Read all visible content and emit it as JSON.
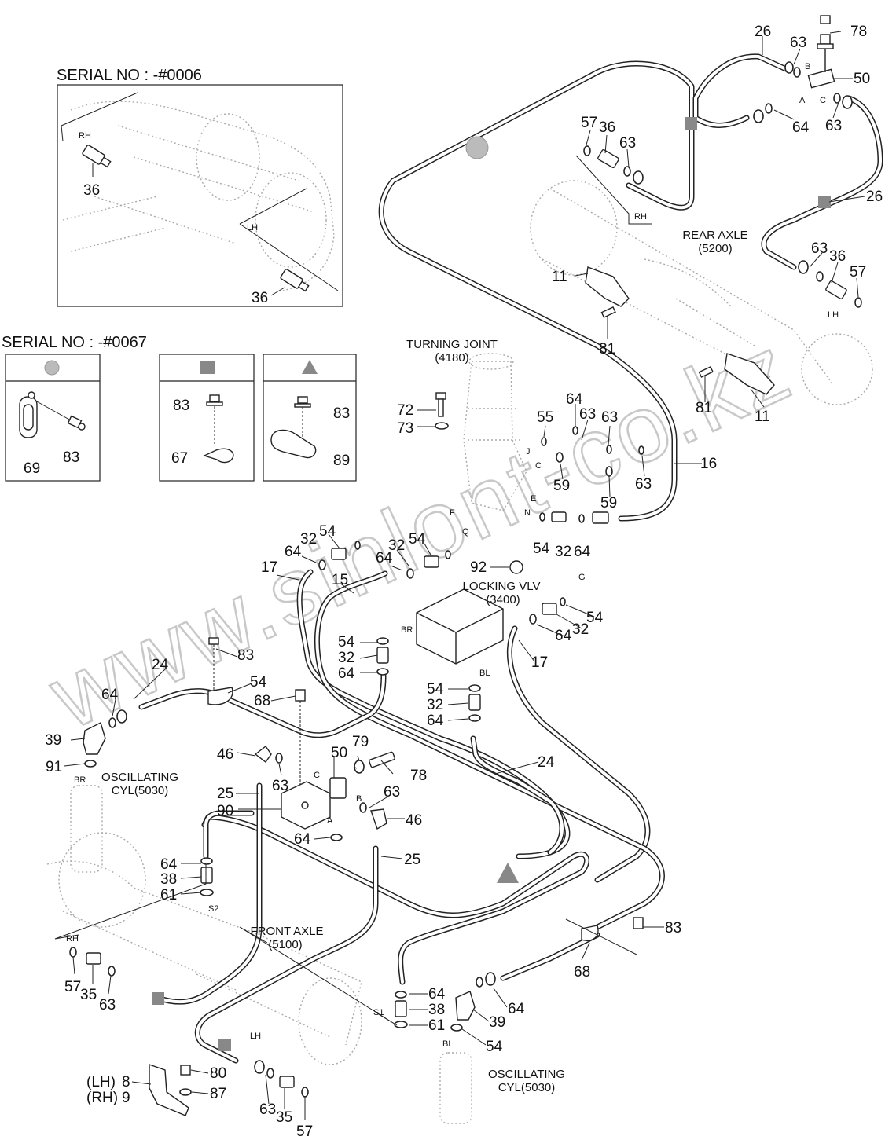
{
  "watermark": "www.sinlont-co.kz",
  "inset": {
    "serial_label": "SERIAL NO : -#0006",
    "rh": "RH",
    "lh": "LH",
    "part_top": "36",
    "part_bottom": "36"
  },
  "legend": {
    "serial_label": "SERIAL NO : -#0067",
    "circle_box": {
      "parts": [
        "69",
        "83"
      ]
    },
    "square_box": {
      "parts": [
        "83",
        "67"
      ]
    },
    "triangle_box": {
      "parts": [
        "83",
        "89"
      ]
    }
  },
  "components": {
    "turning_joint": {
      "name": "TURNING JOINT",
      "code": "(4180)"
    },
    "locking_valve": {
      "name": "LOCKING VLV",
      "code": "(3400)"
    },
    "rear_axle": {
      "name": "REAR AXLE",
      "code": "(5200)"
    },
    "front_axle": {
      "name": "FRONT AXLE",
      "code": "(5100)"
    },
    "osc_cyl_left": {
      "name": "OSCILLATING",
      "code": "CYL(5030)"
    },
    "osc_cyl_right": {
      "name": "OSCILLATING",
      "code": "CYL(5030)"
    }
  },
  "port_letters": [
    "B",
    "A",
    "C",
    "RH",
    "LH",
    "J",
    "C",
    "E",
    "N",
    "F",
    "Q",
    "G",
    "BR",
    "BL",
    "BR",
    "C",
    "B",
    "A",
    "S2",
    "RH",
    "S1",
    "LH",
    "BL"
  ],
  "callouts": [
    "26",
    "63",
    "78",
    "50",
    "63",
    "64",
    "26",
    "57",
    "36",
    "63",
    "63",
    "36",
    "57",
    "11",
    "81",
    "81",
    "11",
    "16",
    "72",
    "73",
    "55",
    "64",
    "63",
    "63",
    "59",
    "59",
    "63",
    "54",
    "32",
    "64",
    "17",
    "32",
    "54",
    "64",
    "15",
    "54",
    "32",
    "64",
    "92",
    "54",
    "32",
    "64",
    "17",
    "83",
    "24",
    "64",
    "39",
    "54",
    "68",
    "91",
    "54",
    "32",
    "64",
    "54",
    "32",
    "64",
    "79",
    "50",
    "46",
    "63",
    "78",
    "25",
    "90",
    "63",
    "46",
    "64",
    "25",
    "24",
    "64",
    "38",
    "61",
    "57",
    "35",
    "63",
    "83",
    "68",
    "64",
    "38",
    "61",
    "54",
    "64",
    "39",
    "8",
    "9",
    "80",
    "87",
    "63",
    "35",
    "57"
  ],
  "prefixes": [
    "(LH)",
    "(RH)"
  ]
}
